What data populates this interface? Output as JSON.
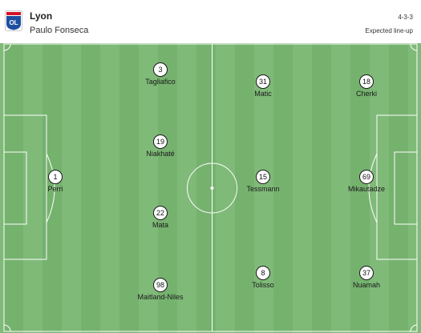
{
  "team": {
    "name": "Lyon",
    "coach": "Paulo Fonseca",
    "formation": "4-3-3",
    "lineup_type": "Expected line-up",
    "logo_icon": "ol-crest-icon",
    "logo_text": "OL"
  },
  "colors": {
    "pitch_light": "#7fba78",
    "pitch_dark": "#75b26e",
    "lines": "#ffffff",
    "crest_blue": "#1d4fa0",
    "crest_red": "#d3122a"
  },
  "players": [
    {
      "number": "1",
      "name": "Perri"
    },
    {
      "number": "3",
      "name": "Tagliafico"
    },
    {
      "number": "19",
      "name": "Niakhaté"
    },
    {
      "number": "22",
      "name": "Mata"
    },
    {
      "number": "98",
      "name": "Maitland-Niles"
    },
    {
      "number": "31",
      "name": "Matic"
    },
    {
      "number": "15",
      "name": "Tessmann"
    },
    {
      "number": "8",
      "name": "Tolisso"
    },
    {
      "number": "18",
      "name": "Cherki"
    },
    {
      "number": "69",
      "name": "Mikautadze"
    },
    {
      "number": "37",
      "name": "Nuamah"
    }
  ]
}
